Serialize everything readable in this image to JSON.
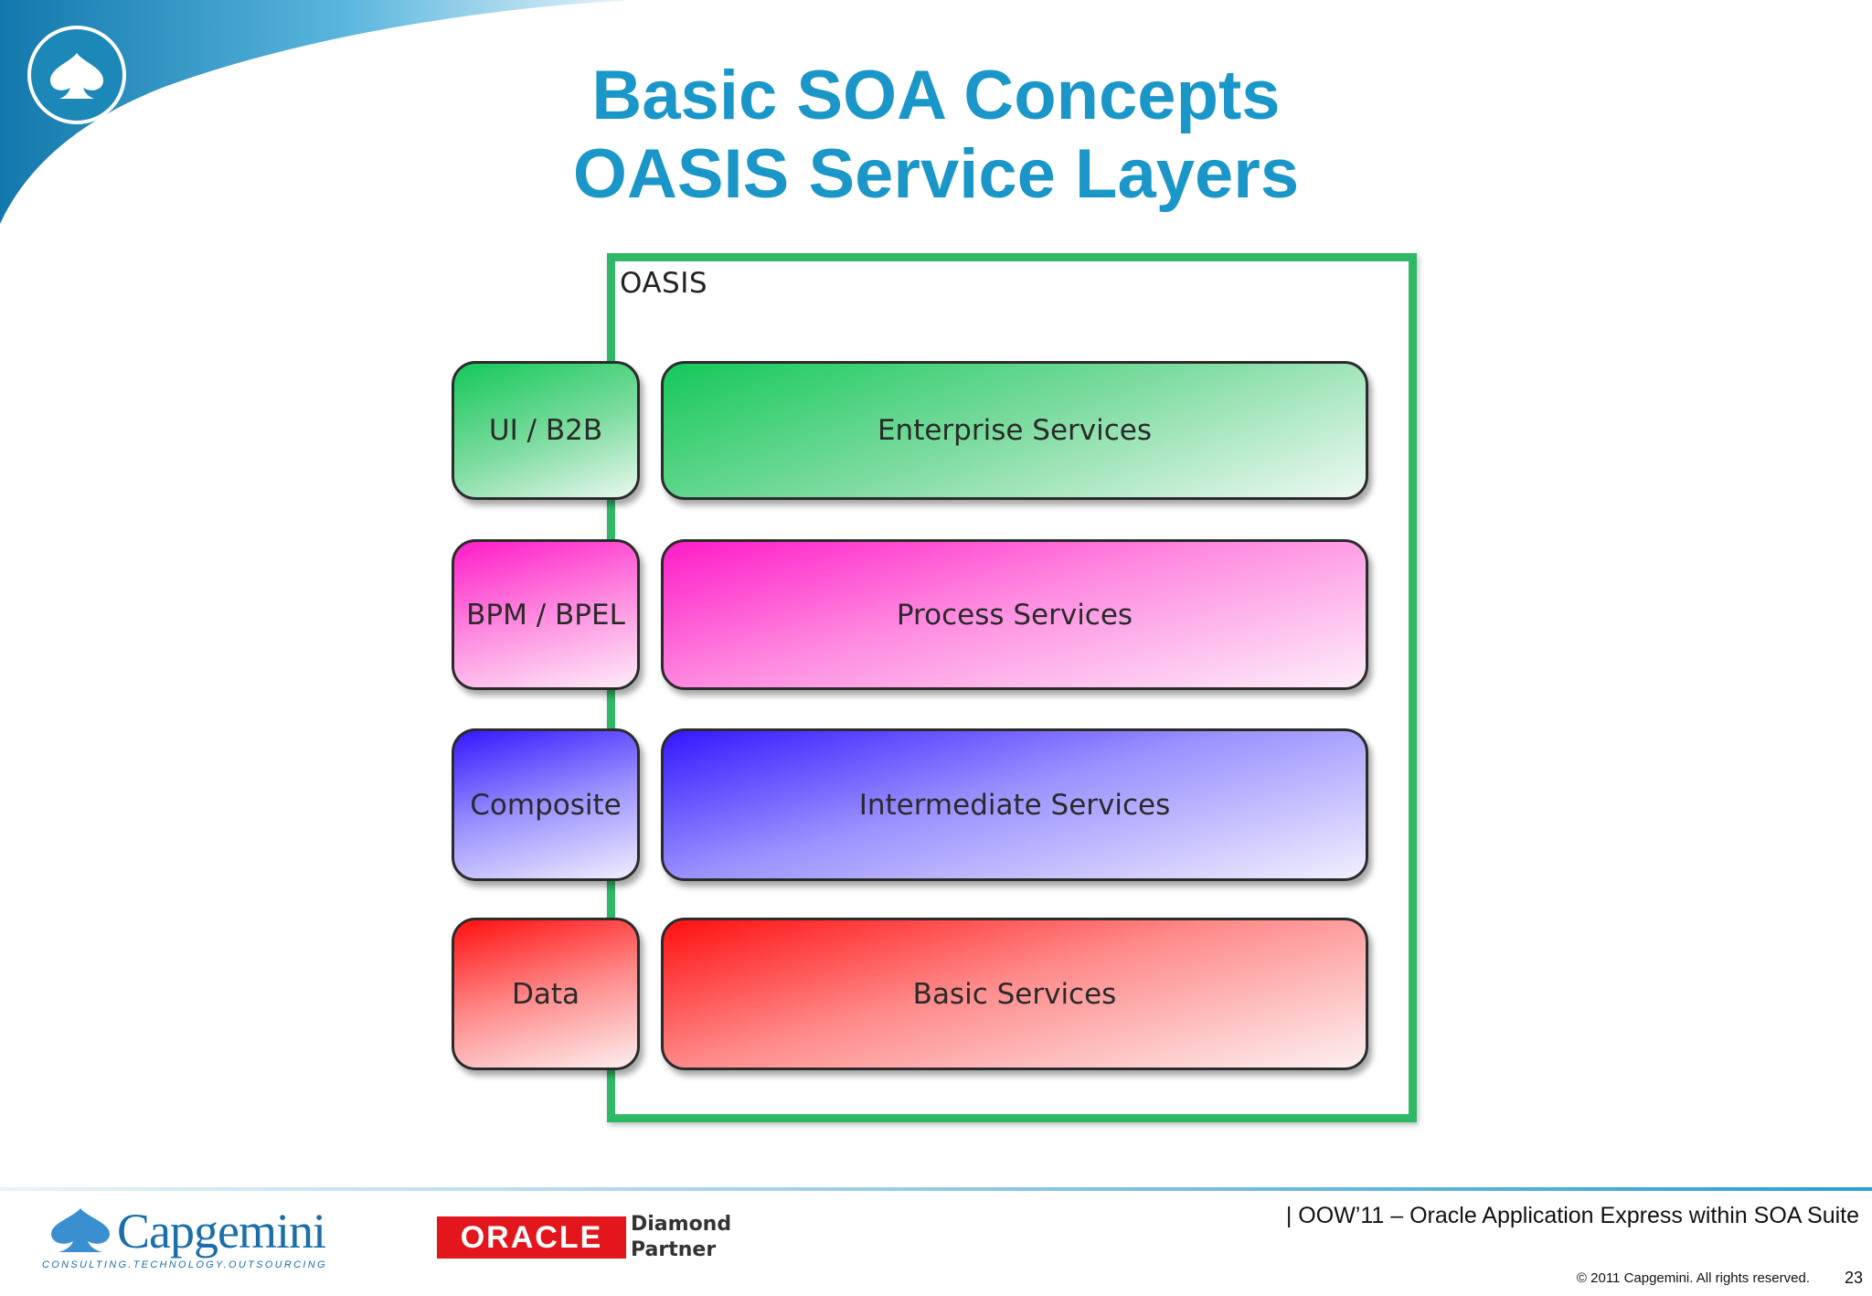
{
  "slide": {
    "title_lines": [
      "Basic SOA Concepts",
      "OASIS Service Layers"
    ],
    "accent_color": "#1a97c8"
  },
  "diagram": {
    "frame_label": "OASIS",
    "frame_color": "#2fb966",
    "layers": [
      {
        "side_label": "UI / B2B",
        "main_label": "Enterprise Services",
        "color": "#15c85a"
      },
      {
        "side_label": "BPM / BPEL",
        "main_label": "Process Services",
        "color": "#ff1cc8"
      },
      {
        "side_label": "Composite",
        "main_label": "Intermediate Services",
        "color": "#3318ff"
      },
      {
        "side_label": "Data",
        "main_label": "Basic Services",
        "color": "#ff1010"
      }
    ]
  },
  "footer": {
    "capgemini_wordmark": "Capgemini",
    "capgemini_tagline": "CONSULTING.TECHNOLOGY.OUTSOURCING",
    "oracle_wordmark": "ORACLE",
    "oracle_partner_lines": [
      "Diamond",
      "Partner"
    ],
    "event": "| OOW’11 – Oracle Application Express within SOA Suite",
    "copyright": "© 2011 Capgemini. All rights reserved.",
    "page_number": "23"
  }
}
